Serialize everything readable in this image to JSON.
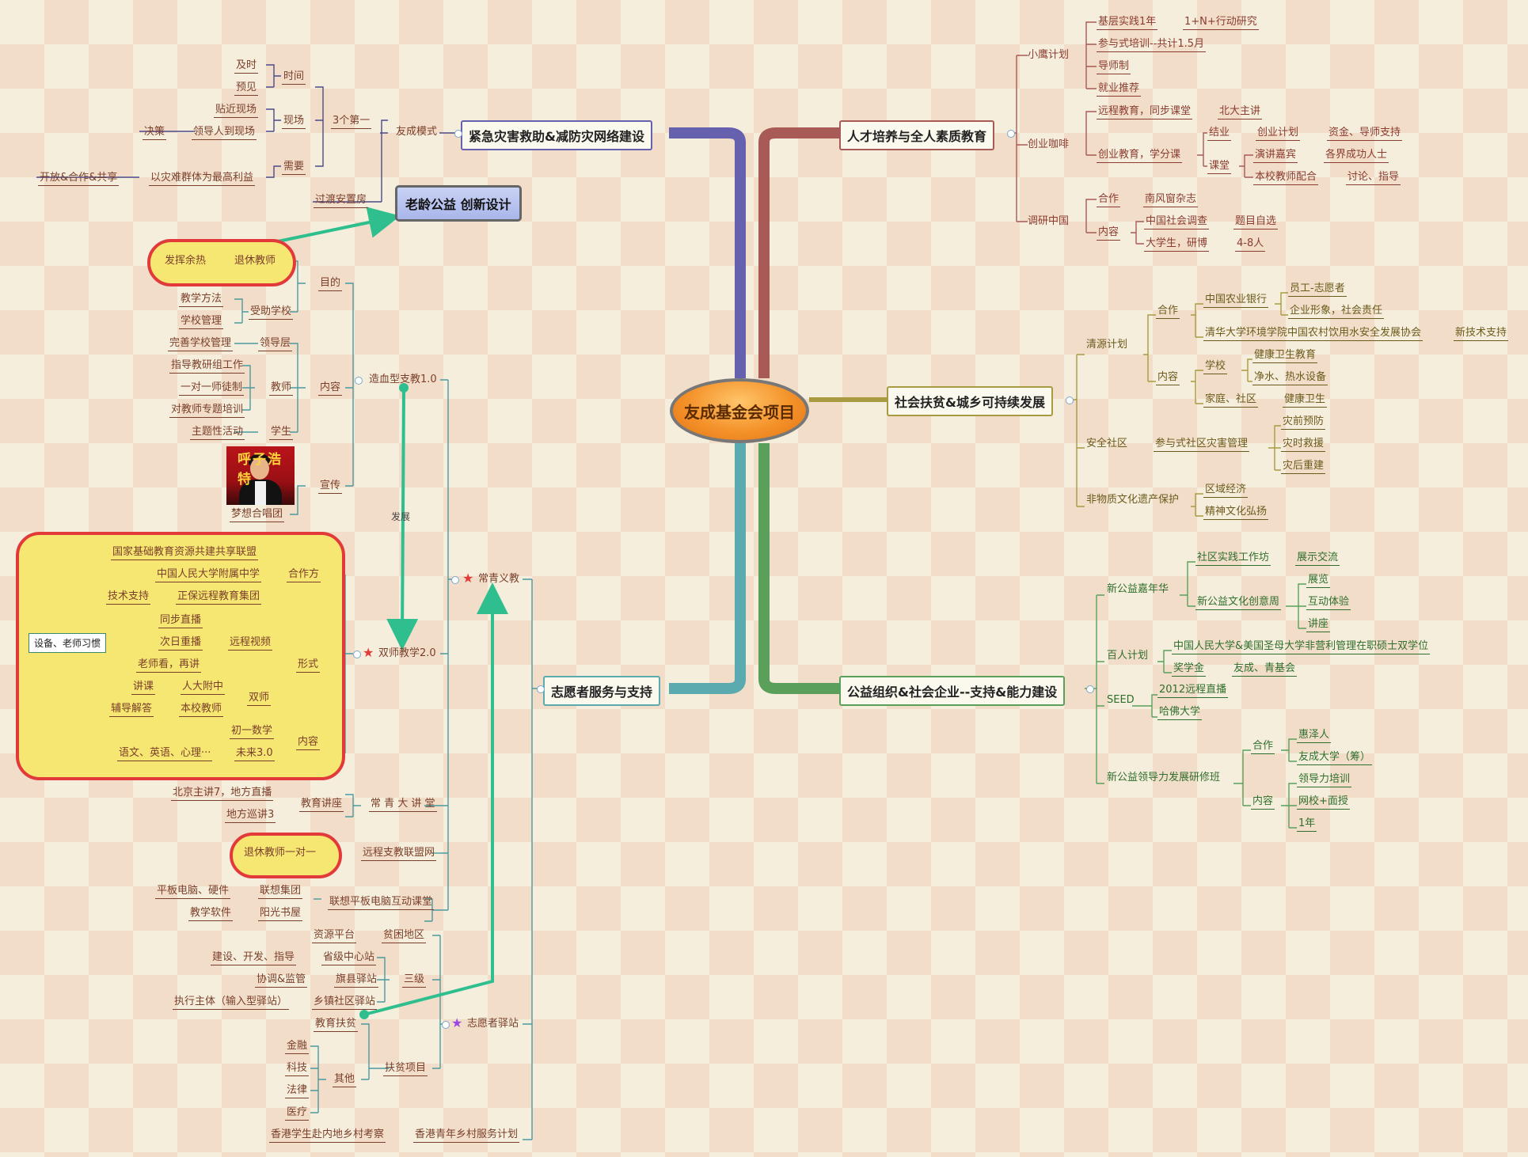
{
  "central": "友成基金会项目",
  "elder_box": "老龄公益 创新设计",
  "annotation_develop": "发展",
  "photo_caption": "呼子浩特",
  "note_devices": "设备、老师习惯",
  "colors": {
    "edu_branch": "#a85a56",
    "poverty_branch": "#a89a40",
    "org_branch": "#5aa05a",
    "volunteer_branch": "#5aaab0",
    "disaster_branch": "#5e5ca8",
    "arrow": "#2fbf8f",
    "cloud_fill": "#f6e672",
    "cloud_border": "#e23a3a"
  },
  "edu": {
    "title": "人才培养与全人素质教育",
    "xiaoying": "小鹰计划",
    "jiceng": "基层实践1年",
    "n1": "1+N+行动研究",
    "canyu": "参与式培训--共计1.5月",
    "daoshi": "导师制",
    "jiuye": "就业推荐",
    "kafei": "创业咖啡",
    "yuancheng": "远程教育，同步课堂",
    "beida": "北大主讲",
    "xueke": "创业教育，学分课",
    "jieye": "结业",
    "cyjh": "创业计划",
    "zjds": "资金、导师支持",
    "ketang": "课堂",
    "yjjb": "演讲嘉宾",
    "gjcg": "各界成功人士",
    "bxjs": "本校教师配合",
    "tlzd": "讨论、指导",
    "diaoyan": "调研中国",
    "hezuo": "合作",
    "nfc": "南风窗杂志",
    "neirong": "内容",
    "zgsh": "中国社会调查",
    "tmzx": "题目自选",
    "dxs": "大学生，研博",
    "r48": "4-8人"
  },
  "poverty": {
    "title": "社会扶贫&城乡可持续发展",
    "qingyuan": "清源计划",
    "hezuo": "合作",
    "nongye": "中国农业银行",
    "yuangong": "员工-志愿者",
    "qiye": "企业形象，社会责任",
    "qinghua": "清华大学环境学院中国农村饮用水安全发展协会",
    "xinjishu": "新技术支持",
    "neirong": "内容",
    "xuexiao": "学校",
    "jkws": "健康卫生教育",
    "jsrs": "净水、热水设备",
    "jtsq": "家庭、社区",
    "jkws2": "健康卫生",
    "anquan": "安全社区",
    "canyushi": "参与式社区灾害管理",
    "zqyf": "灾前预防",
    "zsjy": "灾时救援",
    "zhcj": "灾后重建",
    "feiwuzhi": "非物质文化遗产保护",
    "qyjj": "区域经济",
    "jswh": "精神文化弘扬"
  },
  "org": {
    "title": "公益组织&社会企业--支持&能力建设",
    "jianianhua": "新公益嘉年华",
    "sqsj": "社区实践工作坊",
    "zsjl": "展示交流",
    "whcy": "新公益文化创意周",
    "zhanlan": "展览",
    "hdty": "互动体验",
    "jiangzuo": "讲座",
    "bairen": "百人计划",
    "renda": "中国人民大学&美国圣母大学非营利管理在职硕士双学位",
    "jxj": "奖学金",
    "yqjh": "友成、青基会",
    "seed": "SEED",
    "zb2012": "2012远程直播",
    "hafo": "哈佛大学",
    "lingdaoli": "新公益领导力发展研修班",
    "hezuo": "合作",
    "huize": "惠泽人",
    "ycdx": "友成大学（筹）",
    "neirong": "内容",
    "ldlpx": "领导力培训",
    "wxms": "网校+面授",
    "yinian": "1年"
  },
  "disaster": {
    "title": "紧急灾害救助&减防灾网络建设",
    "youcheng": "友成模式",
    "sange": "3个第一",
    "shijian": "时间",
    "jishi": "及时",
    "yujian": "预见",
    "xianchang": "现场",
    "tjxc": "贴近现场",
    "ldrdxc": "领导人到现场",
    "juece": "决策",
    "xuyao": "需要",
    "yzn": "以灾难群体为最高利益",
    "kfhz": "开放&合作&共享",
    "guodu": "过渡安置房"
  },
  "volunteer": {
    "title": "志愿者服务与支持",
    "changqing": "常青义教",
    "zaoxue": "造血型支教1.0",
    "mudi": "目的",
    "fahui": "发挥余热",
    "txjs": "退休教师",
    "shouzhu": "受助学校",
    "jxff": "教学方法",
    "xxgl": "学校管理",
    "neirong": "内容",
    "lingdao": "领导层",
    "wsxx": "完善学校管理",
    "jiaoshi": "教师",
    "zdjy": "指导教研组工作",
    "yidui": "一对一师徒制",
    "dzjs": "对教师专题培训",
    "xuesheng": "学生",
    "ztxhd": "主题性活动",
    "xuanchuan": "宣传",
    "mxhct": "梦想合唱团",
    "shuangshi": "双师教学2.0",
    "hezuofang": "合作方",
    "gjjc": "国家基础教育资源共建共享联盟",
    "rdfz": "中国人民大学附属中学",
    "jszc": "技术支持",
    "zbyc": "正保远程教育集团",
    "xingshi": "形式",
    "tbzb": "同步直播",
    "crcb": "次日重播",
    "lskcj": "老师看，再讲",
    "ycsp": "远程视频",
    "jiangke": "讲课",
    "rdfz2": "人大附中",
    "shuangshi2": "双师",
    "fdjd": "辅导解答",
    "bxjs": "本校教师",
    "neirong2": "内容",
    "cysx": "初一数学",
    "yyxl": "语文、英语、心理···",
    "wl30": "未来3.0",
    "jyjz": "教育讲座",
    "bjzj": "北京主讲7，地方直播",
    "dfxj": "地方巡讲3",
    "cqdjt": "常 青 大 讲 堂",
    "txjs11": "退休教师一对一",
    "ycjm": "远程支教联盟网",
    "pbdn": "平板电脑、硬件",
    "lxjt": "联想集团",
    "jxrj": "教学软件",
    "ygsw": "阳光书屋",
    "lxpb": "联想平板电脑互动课堂",
    "yizhan": "志愿者驿站",
    "zypt": "资源平台",
    "pkdq": "贫困地区",
    "jskfzd": "建设、开发、指导",
    "sjzxz": "省级中心站",
    "xtjg": "协调&监管",
    "qxyz": "旗县驿站",
    "sanji": "三级",
    "zxzt": "执行主体（输入型驿站）",
    "xzsq": "乡镇社区驿站",
    "jyfp": "教育扶贫",
    "jinrong": "金融",
    "keji": "科技",
    "falv": "法律",
    "yiliao": "医疗",
    "qita": "其他",
    "fpxm": "扶贫项目",
    "xgxs": "香港学生赴内地乡村考察",
    "xgqn": "香港青年乡村服务计划"
  }
}
